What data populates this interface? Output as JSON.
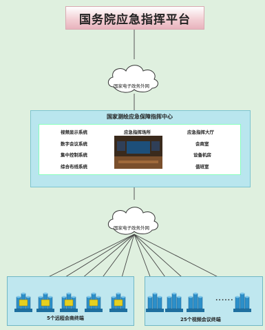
{
  "top_platform": {
    "title": "国务院应急指挥平台"
  },
  "clouds": [
    {
      "label": "国家电子政务外网"
    },
    {
      "label": "国家电子政务外网"
    }
  ],
  "center": {
    "title": "国家测绘应急保障指挥中心",
    "left_systems": [
      "视频显示系统",
      "数字会议系统",
      "集中控制系统",
      "综合布线系统"
    ],
    "hall_label": "应急指挥场所",
    "right_items": [
      "应急指挥大厅",
      "会商室",
      "设备机房",
      "值班室"
    ]
  },
  "terminals": {
    "left_label": "5个远程会商终端",
    "right_label": "25个视频会议终端",
    "ellipsis": "......",
    "left_count": 5,
    "right_count": 4
  },
  "colors": {
    "background": "#dff0df",
    "center_box": "#b9e6ee",
    "terminal_box": "#bfe7ef",
    "top_gradient_end": "#e8b3bd",
    "terminal_tower": "#2c8fc9",
    "left_screen": "#e6d020"
  }
}
